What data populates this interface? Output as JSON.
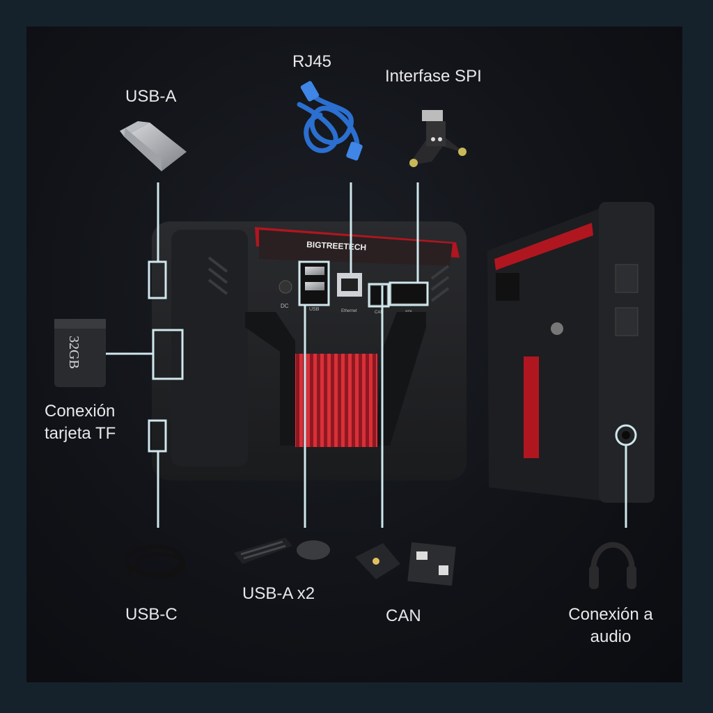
{
  "labels": {
    "usb_a": "USB-A",
    "rj45": "RJ45",
    "spi": "Interfase SPI",
    "tf_line1": "Conexión",
    "tf_line2": "tarjeta TF",
    "usb_c": "USB-C",
    "usb_a_x2": "USB-A x2",
    "can": "CAN",
    "audio_line1": "Conexión a",
    "audio_line2": "audio"
  },
  "sd_card": {
    "capacity": "32GB"
  },
  "device": {
    "brand": "BIGTREETECH",
    "port_labels": {
      "dc": "DC",
      "usb": "USB",
      "ethernet": "Ethernet",
      "can": "CAN",
      "spi": "SPI"
    }
  },
  "colors": {
    "background": "#16222b",
    "panel": "#111318",
    "callout": "#cfe7ec",
    "text": "#e8e8ea",
    "heatsink": "#c0202a"
  }
}
